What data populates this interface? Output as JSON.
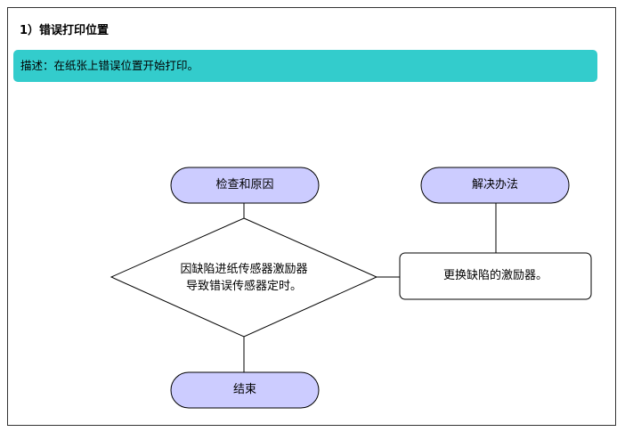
{
  "section": {
    "title": "1）错误打印位置"
  },
  "description": {
    "text": "描述：在纸张上错误位置开始打印。"
  },
  "flow": {
    "check_cause": "检查和原因",
    "cause_line1": "因缺陷进纸传感器激励器",
    "cause_line2": "导致错误传感器定时。",
    "solution": "解决办法",
    "solution_detail": "更换缺陷的激励器。",
    "end": "结束"
  },
  "colors": {
    "pill_fill": "#ccccff",
    "desc_bg": "#33cccc"
  }
}
